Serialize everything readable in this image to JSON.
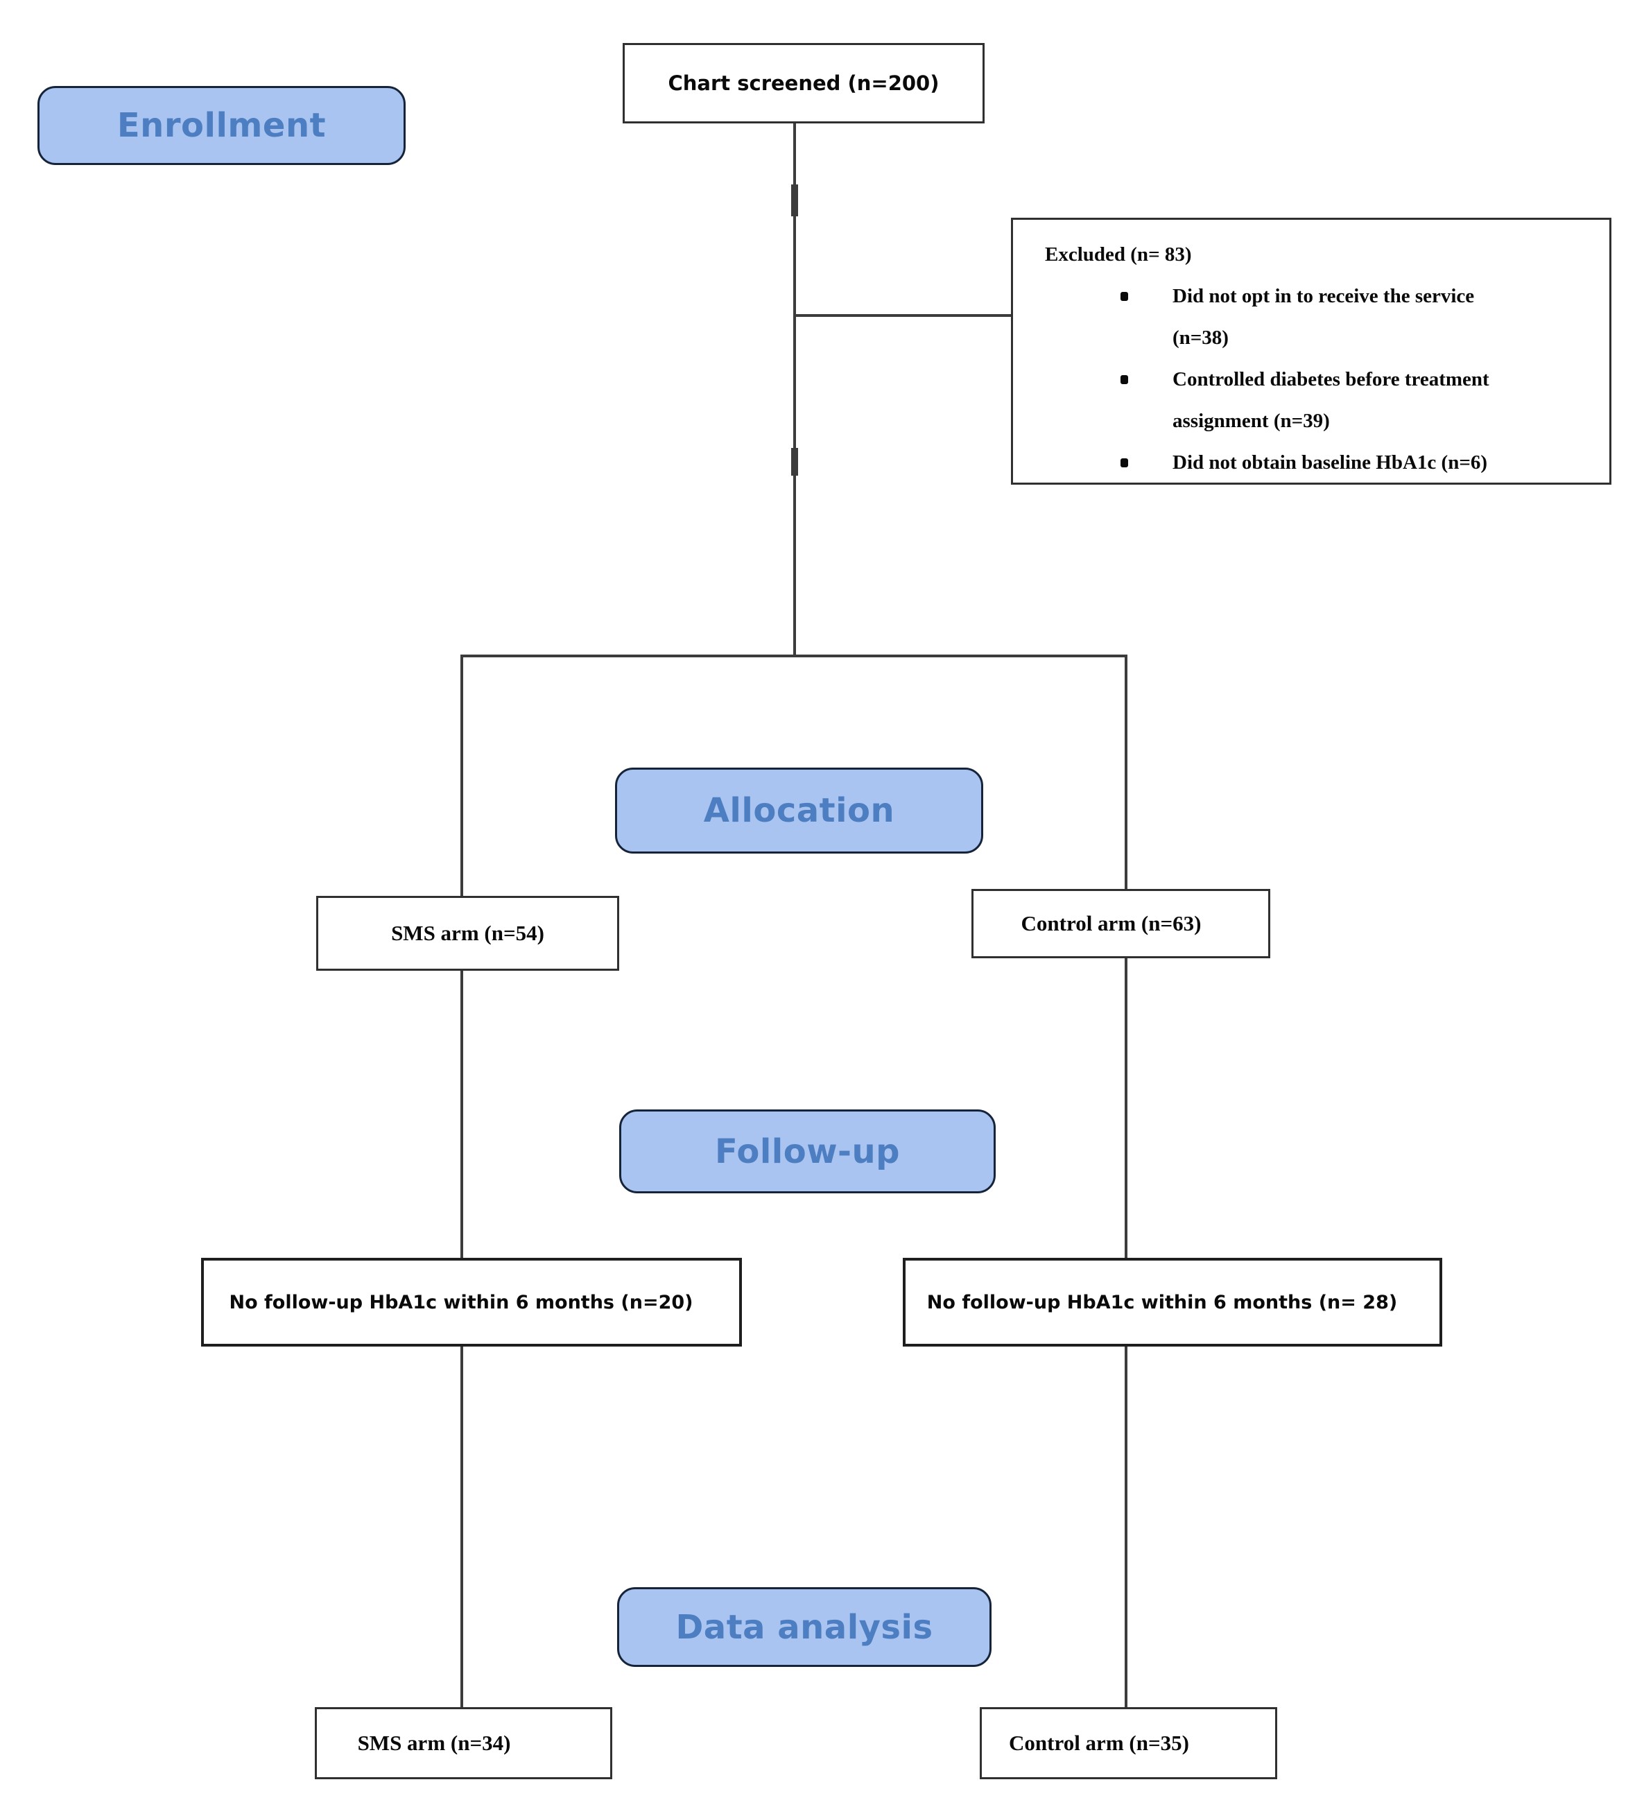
{
  "stages": {
    "enrollment": "Enrollment",
    "allocation": "Allocation",
    "followup": "Follow-up",
    "data_analysis": "Data analysis"
  },
  "boxes": {
    "screened": "Chart screened (n=200)",
    "excluded": {
      "title": "Excluded (n= 83)",
      "bullets": [
        {
          "line1": "Did not opt in to receive the service",
          "line2": "(n=38)"
        },
        {
          "line1": "Controlled diabetes before treatment",
          "line2": "assignment (n=39)"
        },
        {
          "line1": "Did not obtain baseline HbA1c (n=6)",
          "line2": ""
        }
      ]
    },
    "sms_allocation": "SMS arm (n=54)",
    "control_allocation": "Control arm (n=63)",
    "no_followup_sms": "No follow-up HbA1c within 6 months (n=20)",
    "no_followup_control": "No follow-up HbA1c within 6 months (n= 28)",
    "sms_analysis": "SMS arm (n=34)",
    "control_analysis": "Control arm (n=35)"
  },
  "colors": {
    "stage_fill": "#a9c4f0",
    "stage_text": "#4d7ec1",
    "stage_border": "#16243a",
    "line": "#3c3c3c",
    "box_border": "#303030"
  }
}
